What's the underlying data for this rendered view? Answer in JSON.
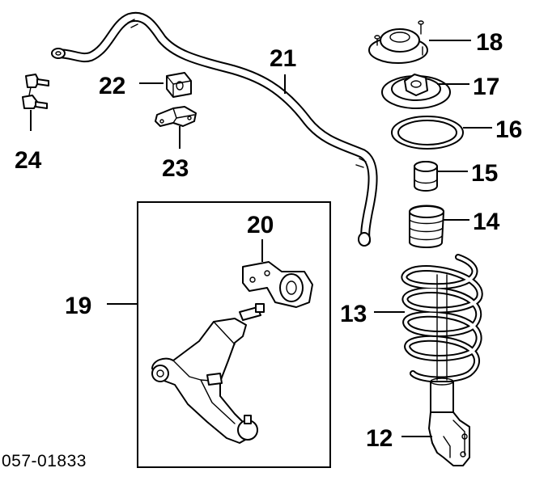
{
  "diagram": {
    "reference_code": "057-01833",
    "callouts": {
      "c12": "12",
      "c13": "13",
      "c14": "14",
      "c15": "15",
      "c16": "16",
      "c17": "17",
      "c18": "18",
      "c19": "19",
      "c20": "20",
      "c21": "21",
      "c22": "22",
      "c23": "23",
      "c24": "24"
    }
  }
}
